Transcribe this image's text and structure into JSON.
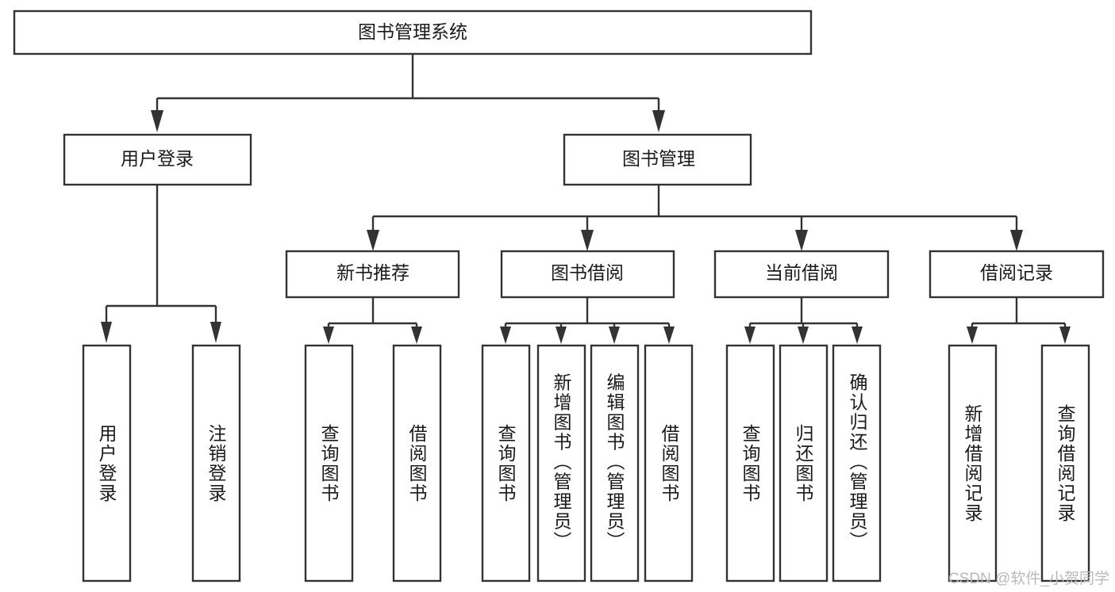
{
  "diagram": {
    "title": "图书管理系统",
    "type": "tree-hierarchy-diagram",
    "orientation": "top-down",
    "colors": {
      "box_fill": "#ffffff",
      "box_stroke": "#333333",
      "text": "#1a1a1a",
      "watermark": "#b9b9b9",
      "background": "#ffffff"
    },
    "root": {
      "label": "图书管理系统"
    },
    "level2": [
      {
        "label": "用户登录"
      },
      {
        "label": "图书管理"
      }
    ],
    "level3": [
      {
        "label": "新书推荐"
      },
      {
        "label": "图书借阅"
      },
      {
        "label": "当前借阅"
      },
      {
        "label": "借阅记录"
      }
    ],
    "leaves": {
      "user_login": [
        {
          "label": "用户登录"
        },
        {
          "label": "注销登录"
        }
      ],
      "new_book_recommend": [
        {
          "label": "查询图书"
        },
        {
          "label": "借阅图书"
        }
      ],
      "book_borrow": [
        {
          "label": "查询图书"
        },
        {
          "label": "新增图书（管理员）"
        },
        {
          "label": "编辑图书（管理员）"
        },
        {
          "label": "借阅图书"
        }
      ],
      "current_borrow": [
        {
          "label": "查询图书"
        },
        {
          "label": "归还图书"
        },
        {
          "label": "确认归还（管理员）"
        }
      ],
      "borrow_record": [
        {
          "label": "新增借阅记录"
        },
        {
          "label": "查询借阅记录"
        }
      ]
    }
  },
  "watermark": {
    "text": "CSDN @软件_小贺同学"
  }
}
